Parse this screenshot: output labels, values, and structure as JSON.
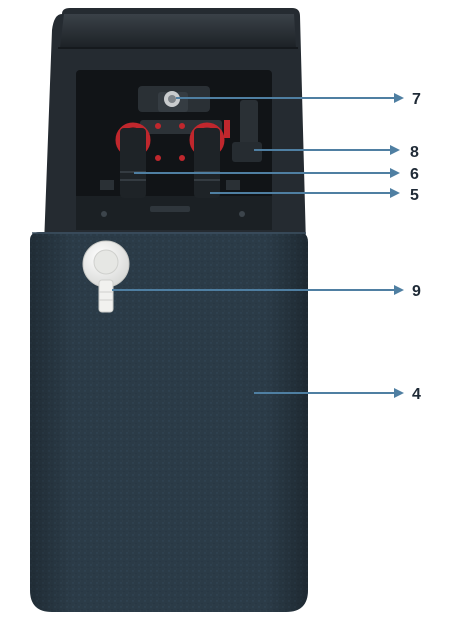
{
  "colors": {
    "background": "#ffffff",
    "body_dark": "#232a31",
    "cabinet_textured": "#2b3b47",
    "valve_red": "#c0272d",
    "callout_line": "#4f7fa2",
    "label_text": "#1f2a36",
    "fitting_white": "#f1f1ef"
  },
  "callouts": [
    {
      "id": "valve-inlet-top",
      "label": "7"
    },
    {
      "id": "side-connector",
      "label": "8"
    },
    {
      "id": "left-port",
      "label": "6"
    },
    {
      "id": "right-port",
      "label": "5"
    },
    {
      "id": "overflow-fitting",
      "label": "9"
    },
    {
      "id": "cabinet",
      "label": "4"
    }
  ]
}
